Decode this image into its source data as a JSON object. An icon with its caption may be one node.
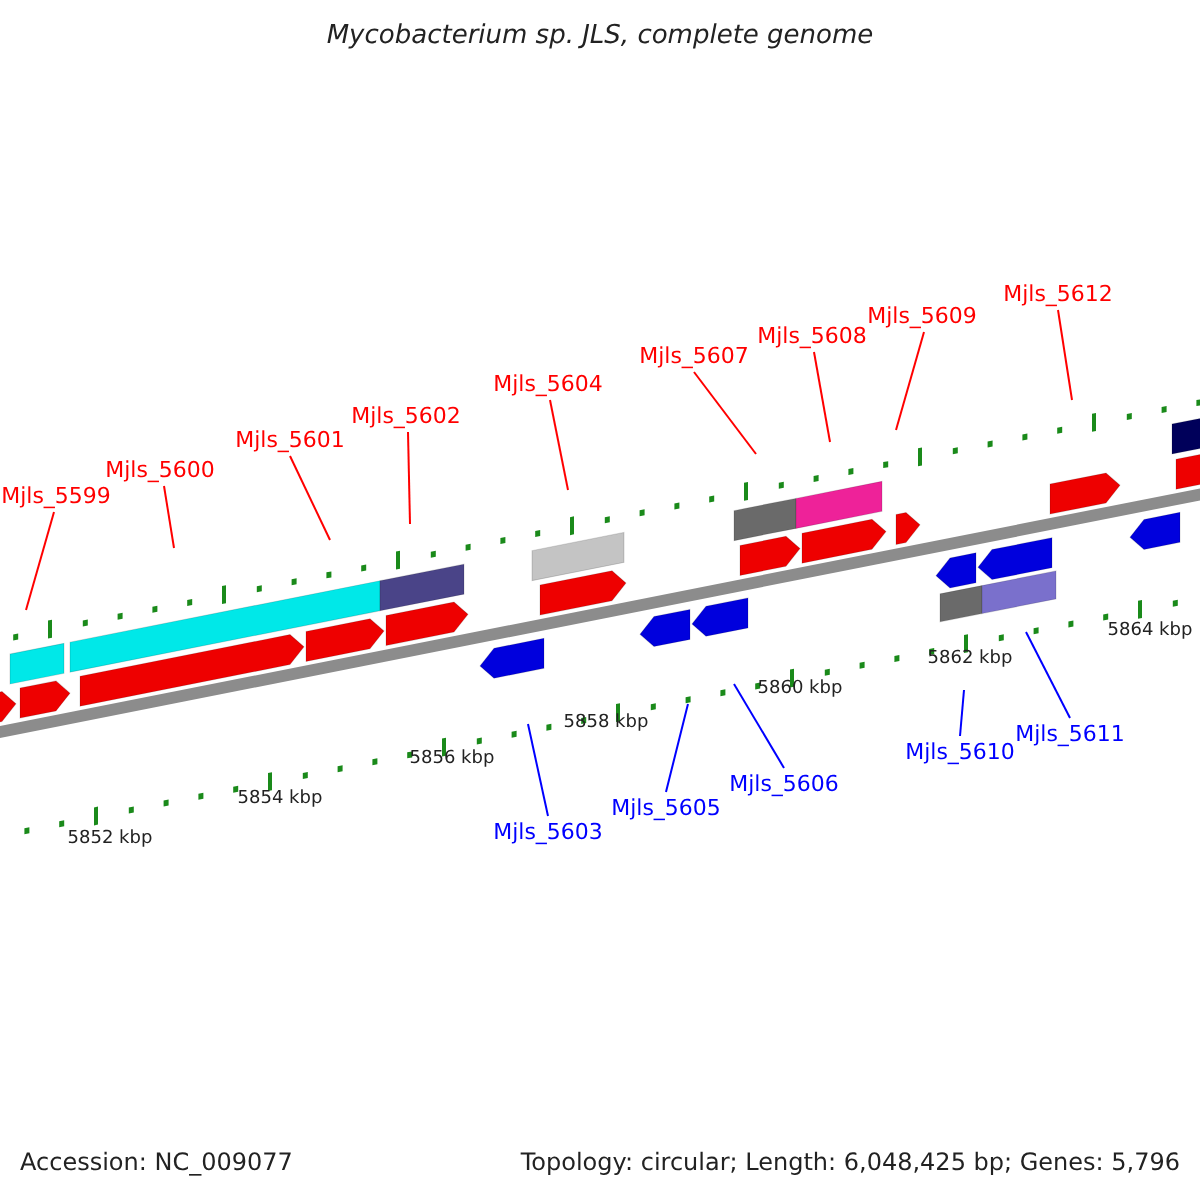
{
  "diagram": {
    "title": "Mycobacterium sp. JLS, complete genome",
    "nodes": [
      {
        "text": [
          "Mjls_5599"
        ]
      },
      {
        "text": [
          "Mjls_5600"
        ]
      },
      {
        "text": [
          "Mjls_5601"
        ]
      },
      {
        "text": [
          "Mjls_5602"
        ]
      },
      {
        "text": [
          "Mjls_5604"
        ]
      },
      {
        "text": [
          "Mjls_5607"
        ]
      },
      {
        "text": [
          "Mjls_5608"
        ]
      },
      {
        "text": [
          "Mjls_5609"
        ]
      },
      {
        "text": [
          "Mjls_5612"
        ]
      },
      {
        "text": [
          "Mjls_5603"
        ]
      },
      {
        "text": [
          "Mjls_5605"
        ]
      },
      {
        "text": [
          "Mjls_5606"
        ]
      },
      {
        "text": [
          "Mjls_5610"
        ]
      },
      {
        "text": [
          "Mjls_5611"
        ]
      }
    ],
    "edges": [
      {
        "from": 0,
        "to": null,
        "arrow": "none"
      },
      {
        "from": 1,
        "to": null,
        "arrow": "none"
      },
      {
        "from": 2,
        "to": null,
        "arrow": "none"
      },
      {
        "from": 3,
        "to": null,
        "arrow": "none"
      },
      {
        "from": 4,
        "to": null,
        "arrow": "none"
      },
      {
        "from": 5,
        "to": null,
        "arrow": "none"
      },
      {
        "from": 6,
        "to": null,
        "arrow": "none"
      },
      {
        "from": 7,
        "to": null,
        "arrow": "none"
      },
      {
        "from": 8,
        "to": null,
        "arrow": "none"
      },
      {
        "from": 9,
        "to": null,
        "arrow": "none",
        "color": "#0000ff"
      },
      {
        "from": 10,
        "to": null,
        "arrow": "none",
        "color": "#0000ff"
      },
      {
        "from": 11,
        "to": null,
        "arrow": "none",
        "color": "#0000ff"
      },
      {
        "from": 12,
        "to": null,
        "arrow": "none",
        "color": "#0000ff"
      },
      {
        "from": 13,
        "to": null,
        "arrow": "none",
        "color": "#0000ff"
      }
    ],
    "labels": [
      "5864 kbp",
      "5862 kbp",
      "5860 kbp",
      "5858 kbp",
      "5856 kbp",
      "5854 kbp",
      "5852 kbp",
      "Accession: NC_009077",
      "Topology: circular; Length: 6,048,425 bp; Genes: 5,796"
    ]
  }
}
